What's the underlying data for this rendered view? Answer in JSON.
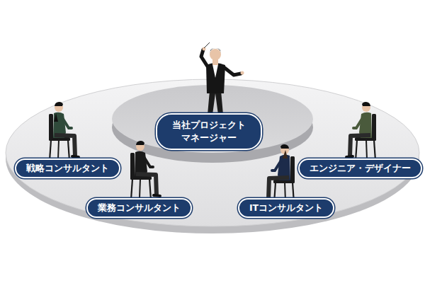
{
  "diagram": {
    "nodes": [
      {
        "text": [
          "当社プロジェクト マネージャー"
        ]
      },
      {
        "text": [
          "戦略コンサルタント"
        ]
      },
      {
        "text": [
          "業務コンサルタント"
        ]
      },
      {
        "text": [
          "ITコンサルタント"
        ]
      },
      {
        "text": [
          "エンジニア・デザイナー"
        ]
      }
    ]
  }
}
